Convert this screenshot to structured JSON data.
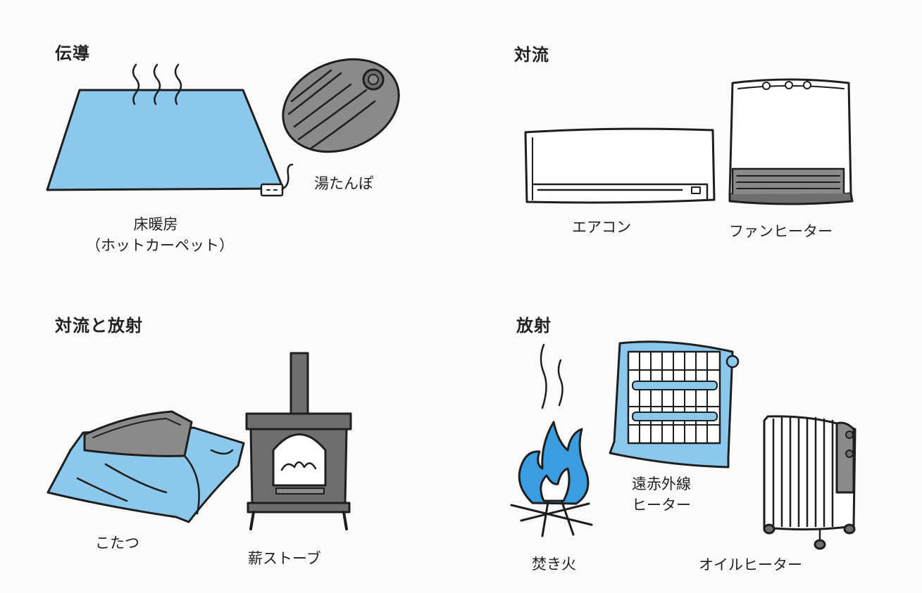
{
  "colors": {
    "blue": "#8cc8ec",
    "flame_blue": "#3a9de0",
    "gray": "#8a8a8a",
    "dark_gray": "#6e6e6e",
    "outline": "#1e1e1e"
  },
  "sections": {
    "conduction": {
      "title": "伝導",
      "items": {
        "floor_heater": {
          "label": "床暖房",
          "sublabel": "（ホットカーペット）"
        },
        "hot_water_bottle": {
          "label": "湯たんぽ"
        }
      }
    },
    "convection": {
      "title": "対流",
      "items": {
        "air_conditioner": {
          "label": "エアコン"
        },
        "fan_heater": {
          "label": "ファンヒーター"
        }
      }
    },
    "convection_radiation": {
      "title": "対流と放射",
      "items": {
        "kotatsu": {
          "label": "こたつ"
        },
        "wood_stove": {
          "label": "薪ストーブ"
        }
      }
    },
    "radiation": {
      "title": "放射",
      "items": {
        "bonfire": {
          "label": "焚き火"
        },
        "infrared_heater": {
          "label": "遠赤外線",
          "sublabel": "ヒーター"
        },
        "oil_heater": {
          "label": "オイルヒーター"
        }
      }
    }
  }
}
